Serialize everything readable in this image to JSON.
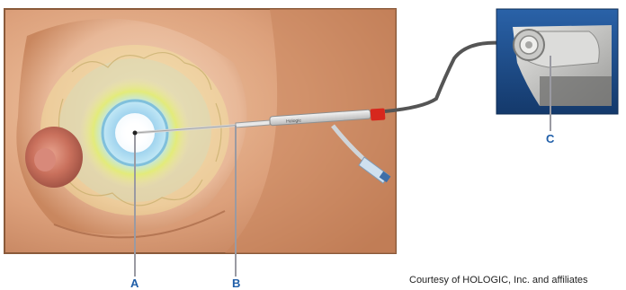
{
  "labels": {
    "a": "A",
    "b": "B",
    "c": "C"
  },
  "credit": "Courtesy of HOLOGIC, Inc. and affiliates",
  "device_text": "Hologic",
  "colors": {
    "label_blue": "#1f5ea8",
    "frame": "#8a5a3a",
    "device_panel": "#1d4f8f",
    "probe_tip_red": "#d7271d",
    "cable": "#555555"
  }
}
